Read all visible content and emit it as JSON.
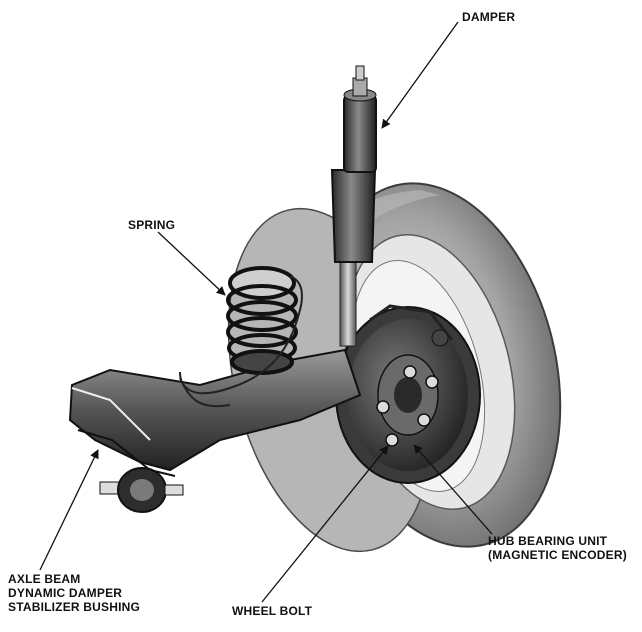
{
  "labels": {
    "damper": "DAMPER",
    "spring": "SPRING",
    "hub_line1": "HUB BEARING UNIT",
    "hub_line2": "(MAGNETIC ENCODER)",
    "axle_line1": "AXLE BEAM",
    "axle_line2": "DYNAMIC DAMPER",
    "axle_line3": "STABILIZER BUSHING",
    "wheel_bolt": "WHEEL BOLT"
  },
  "colors": {
    "ink": "#111111",
    "tire": "#8e8e8e",
    "steel": "#3a3a3a",
    "background": "#ffffff"
  }
}
